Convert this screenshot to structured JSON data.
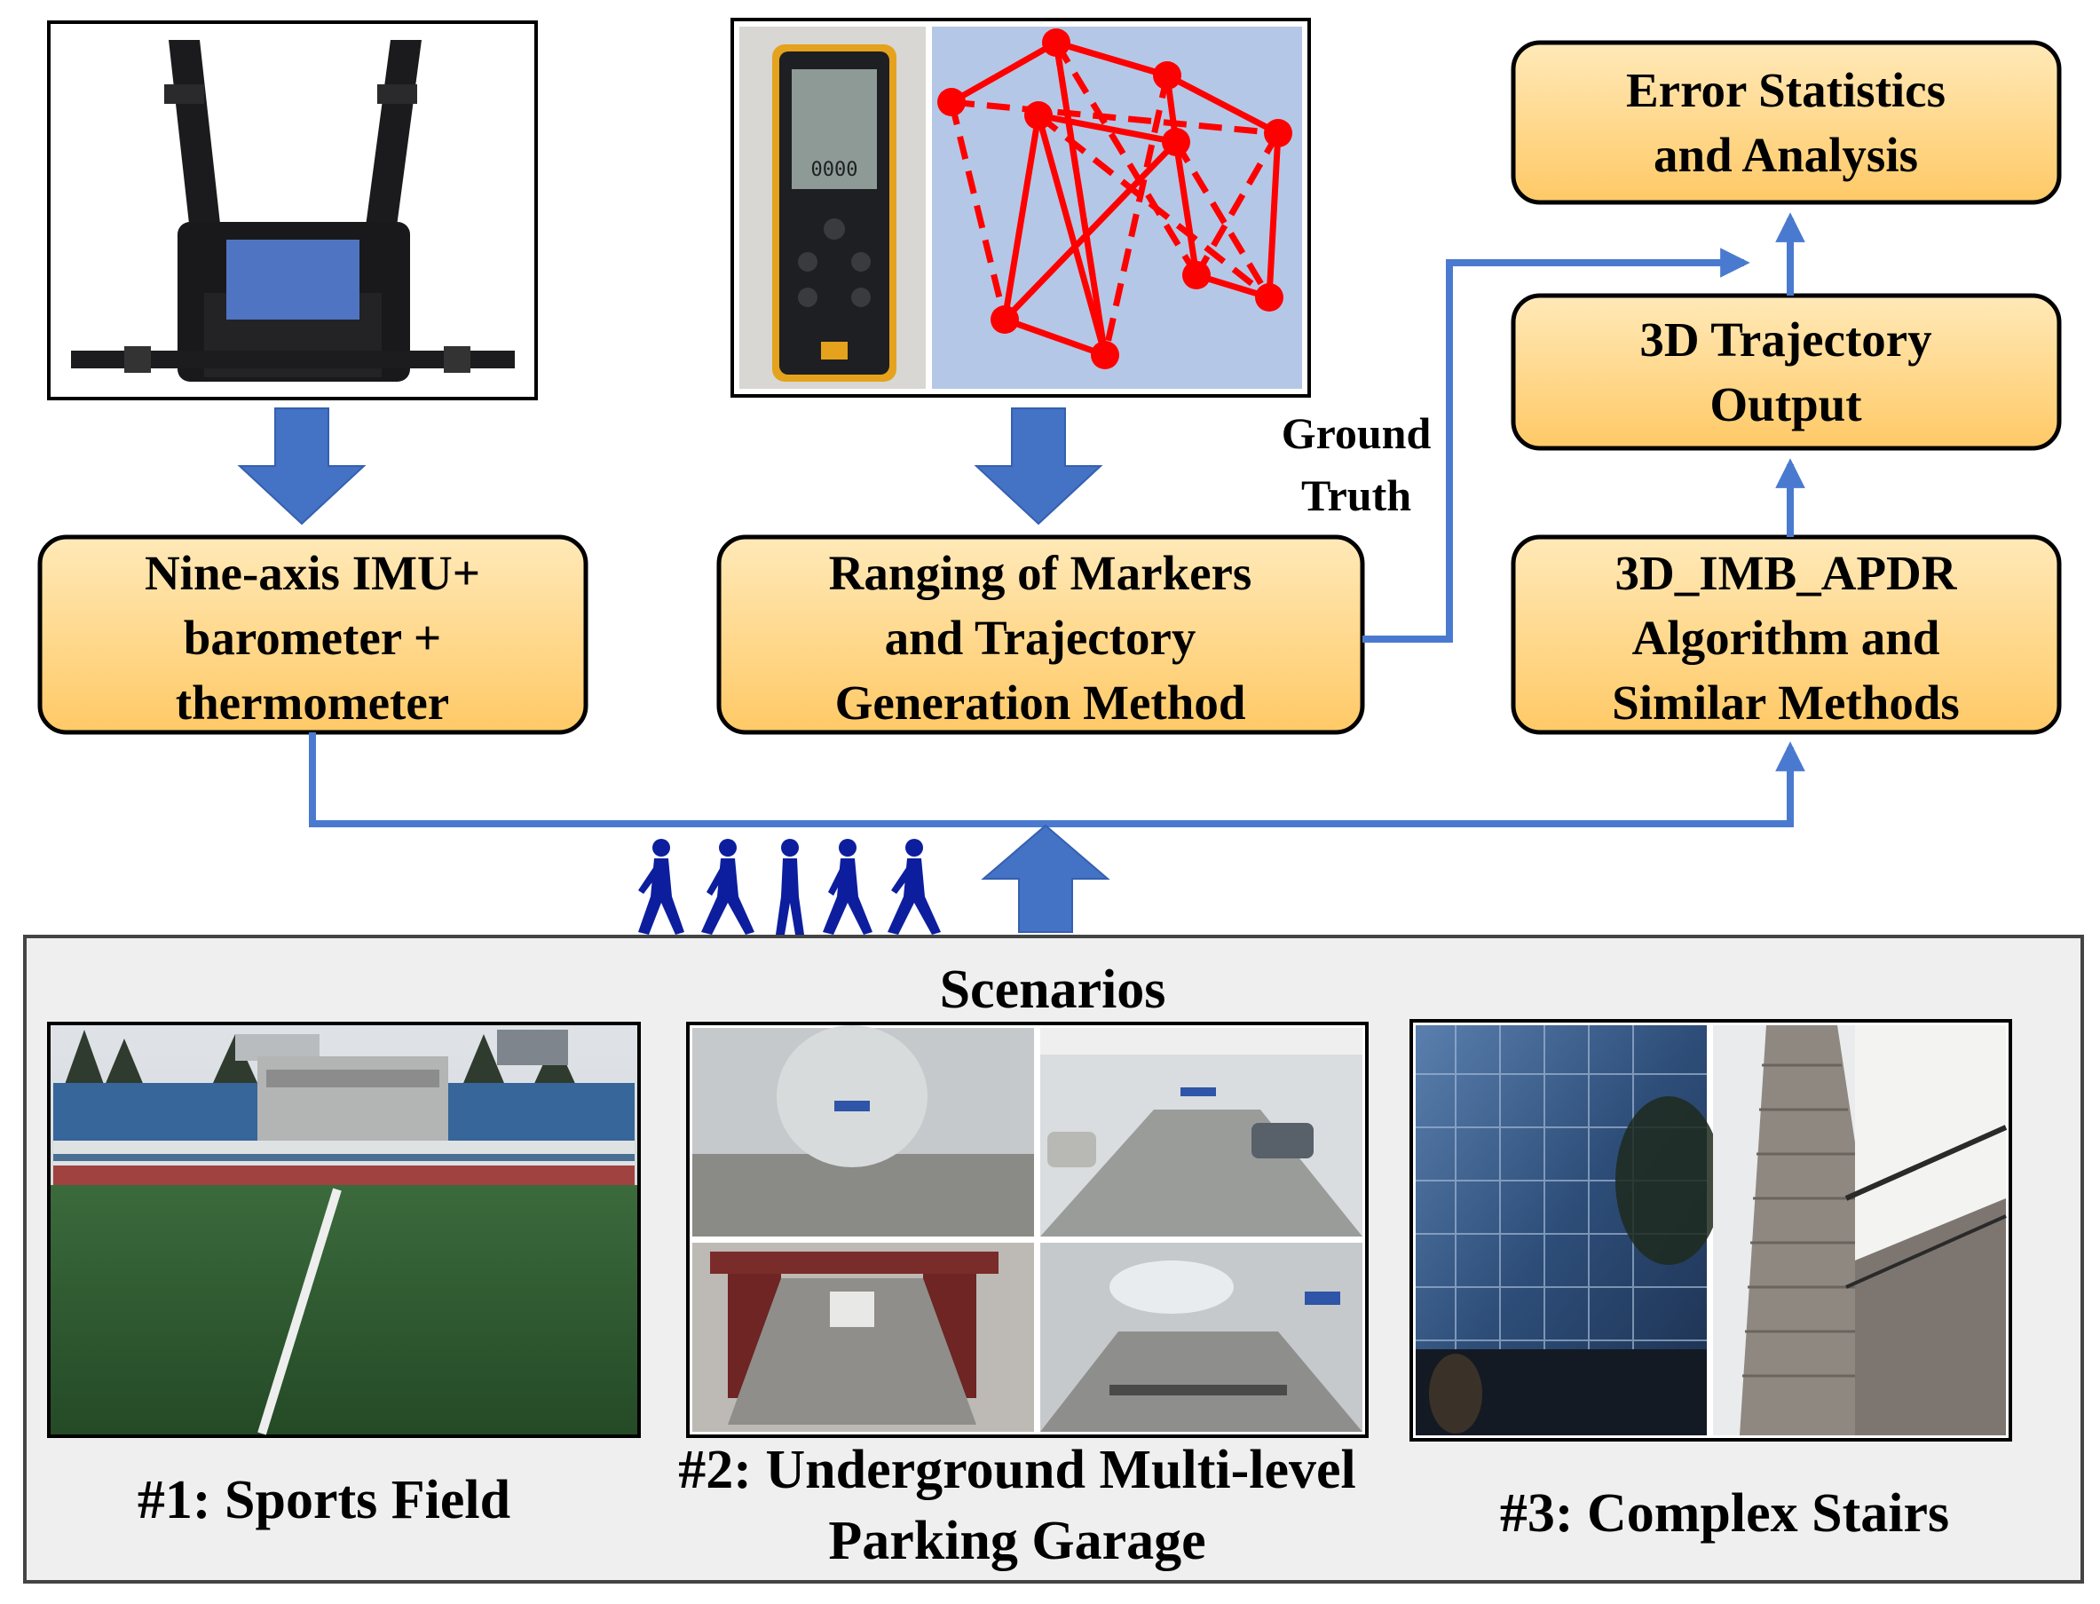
{
  "boxes": {
    "imu": {
      "lines": [
        "Nine-axis IMU+",
        "barometer +",
        "thermometer"
      ]
    },
    "ranging": {
      "lines": [
        "Ranging of Markers",
        "and Trajectory",
        "Generation Method"
      ]
    },
    "algorithm": {
      "lines": [
        "3D_IMB_APDR",
        "Algorithm and",
        "Similar Methods"
      ]
    },
    "trajectory_output": {
      "lines": [
        "3D Trajectory",
        "Output"
      ]
    },
    "error_stats": {
      "lines": [
        "Error Statistics",
        "and Analysis"
      ]
    }
  },
  "ground_truth": {
    "lines": [
      "Ground",
      "Truth"
    ]
  },
  "scenarios": {
    "title": "Scenarios",
    "sports_field": "#1: Sports Field",
    "garage": {
      "lines": [
        "#2: Underground Multi-level",
        "Parking Garage"
      ]
    },
    "stairs": "#3: Complex Stairs"
  },
  "meter_display": "0000",
  "colors": {
    "box_fill": "#ffd27f",
    "box_fill_light": "#ffe9b8",
    "arrow_blue": "#4472c4",
    "line_blue": "#4a7ad0",
    "marker_red": "#ff0000",
    "panel_bg": "#efefef",
    "walker_navy": "#0c1e9e"
  }
}
